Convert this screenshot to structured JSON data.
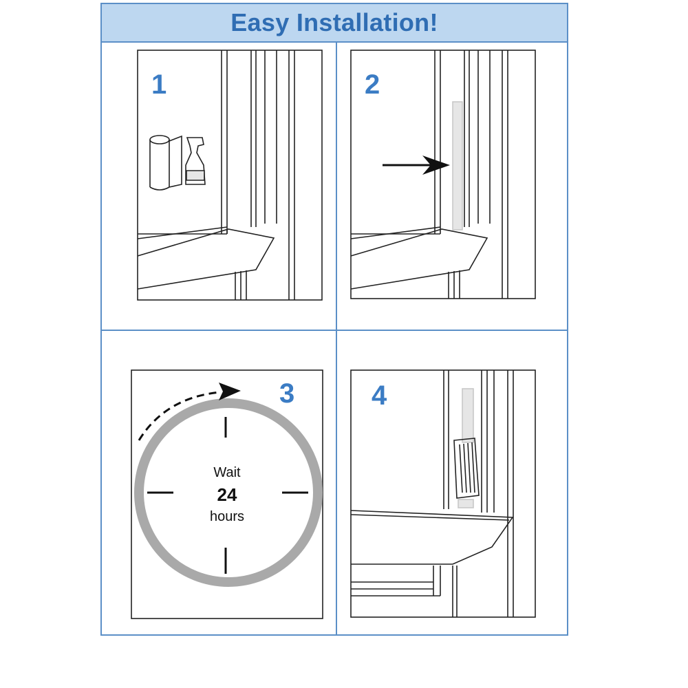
{
  "header": {
    "title": "Easy Installation!"
  },
  "steps": [
    {
      "number": "1"
    },
    {
      "number": "2"
    },
    {
      "number": "3",
      "clock": {
        "line1": "Wait",
        "line2": "24",
        "line3": "hours"
      }
    },
    {
      "number": "4"
    }
  ],
  "colors": {
    "accent": "#3b7cc4",
    "border": "#5b8fc7",
    "header_bg": "#bdd7f0",
    "ring": "#a9a9a9"
  }
}
